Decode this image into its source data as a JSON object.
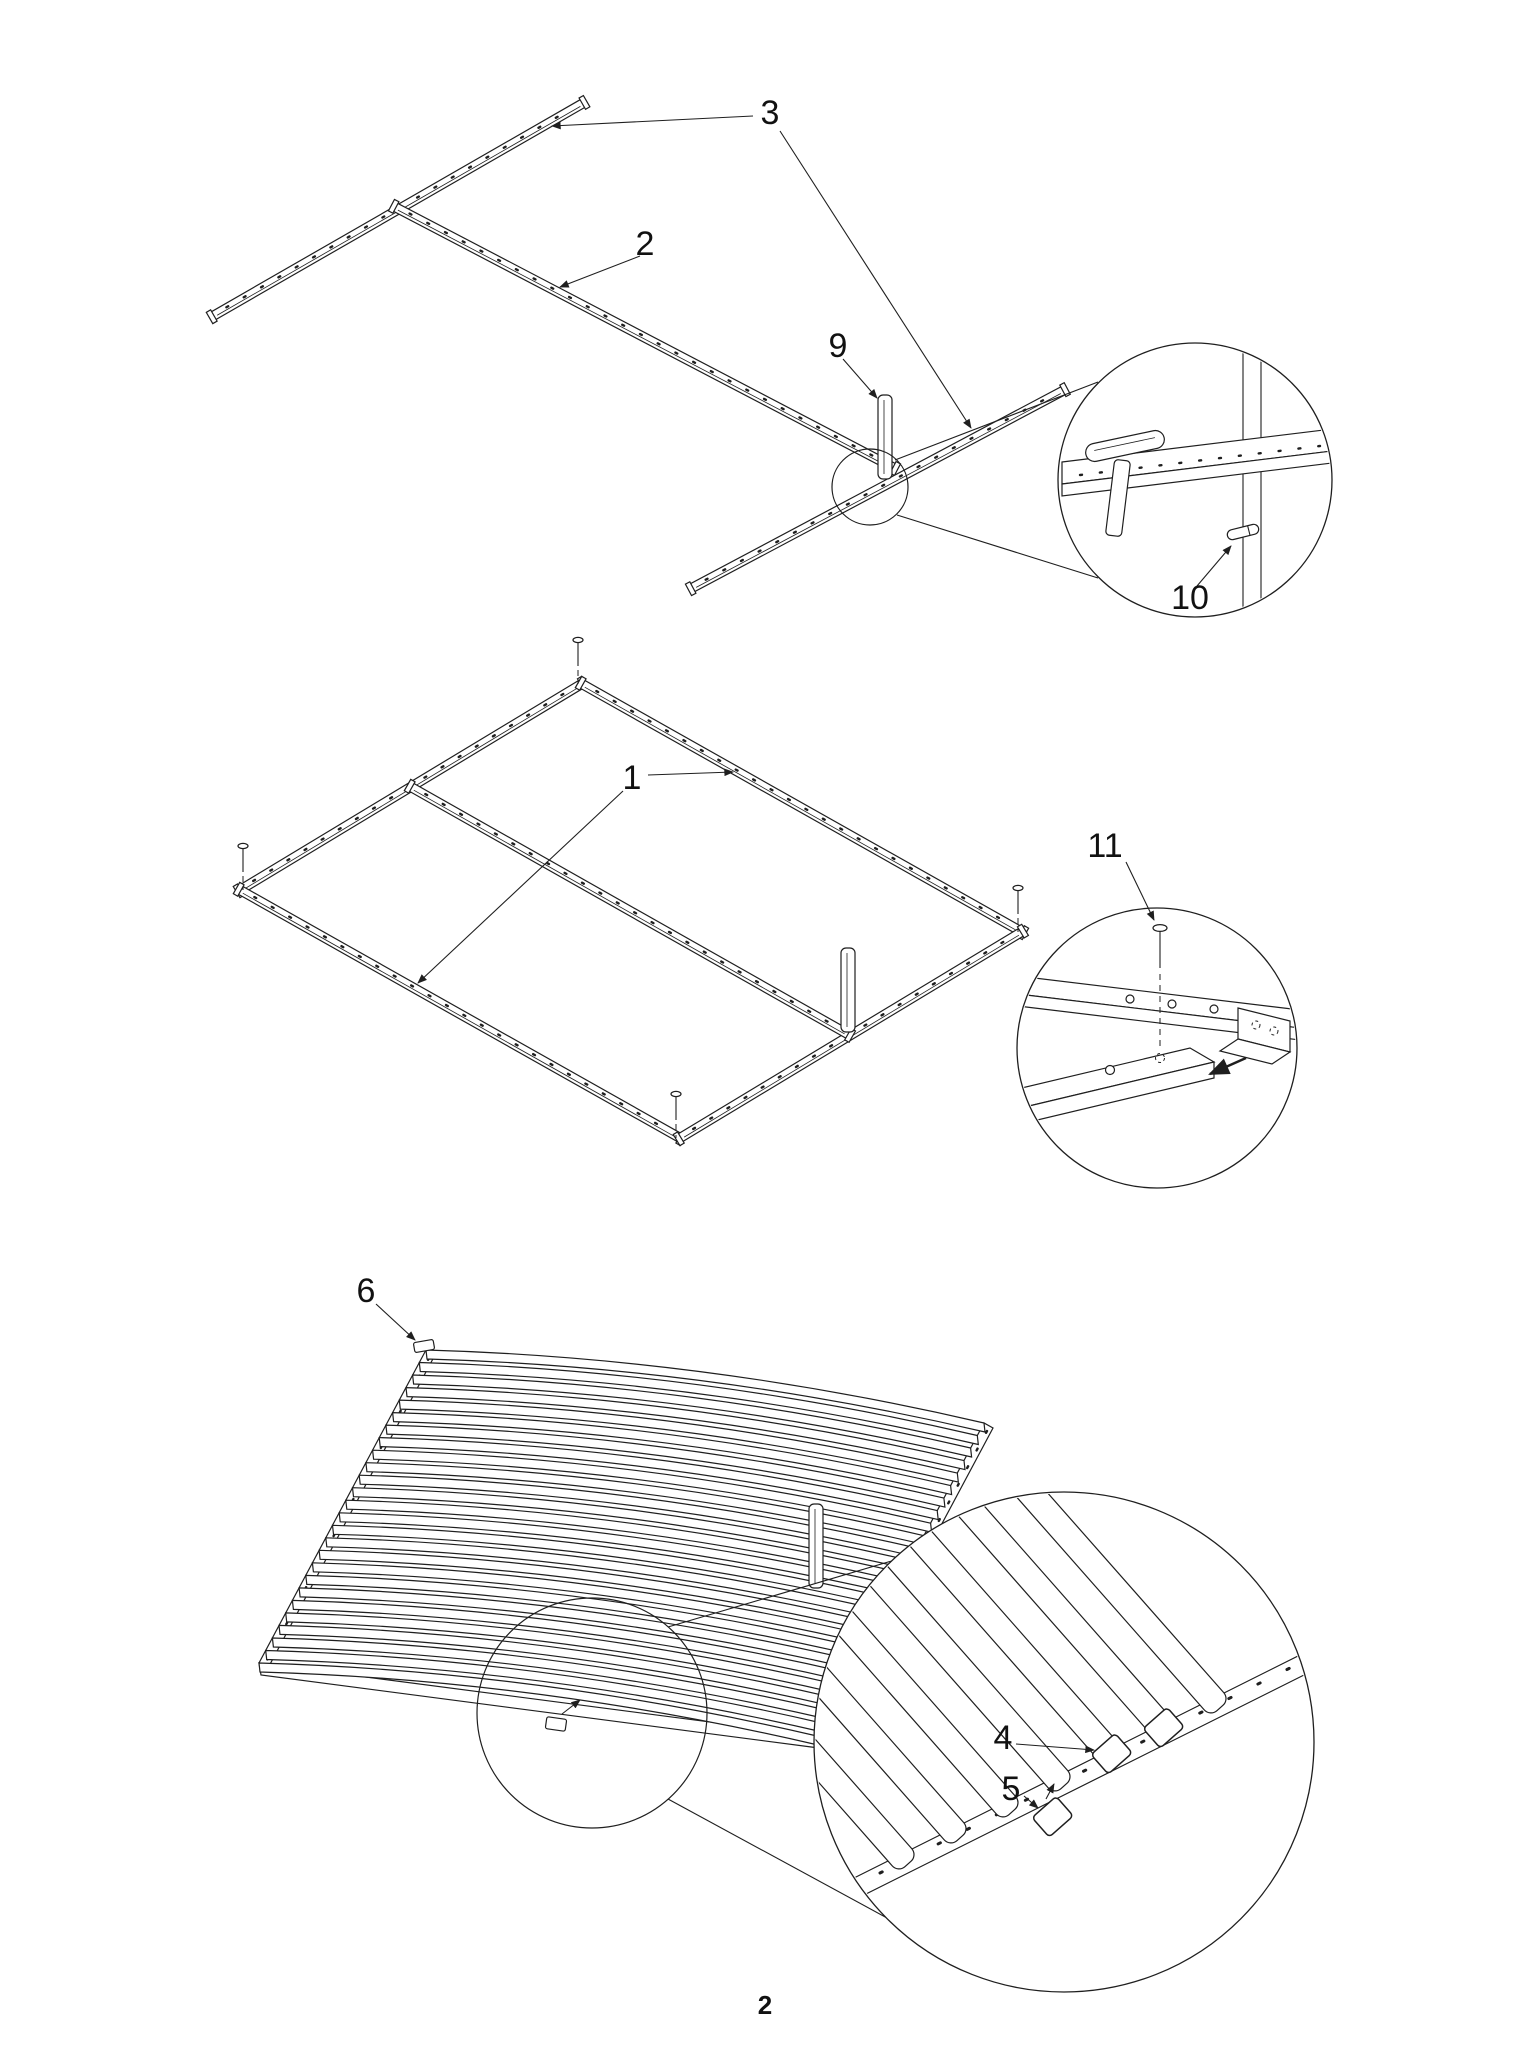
{
  "page": {
    "number": "2"
  },
  "colors": {
    "line": "#1f1f1f",
    "background": "#ffffff"
  },
  "figure": {
    "type": "assembly-instruction-diagram",
    "steps": [
      {
        "name": "rail-and-cross-rail-assembly",
        "callouts": {
          "cross_rails": "3",
          "side_rail": "2",
          "hook_bracket": "9",
          "locking_pin": "10"
        }
      },
      {
        "name": "frame-assembly",
        "callouts": {
          "frame_rails": "1",
          "screw": "11"
        }
      },
      {
        "name": "slat-base-assembly",
        "callouts": {
          "slat_base": "6",
          "slat_holder": "4",
          "end_cap": "5"
        }
      }
    ]
  }
}
